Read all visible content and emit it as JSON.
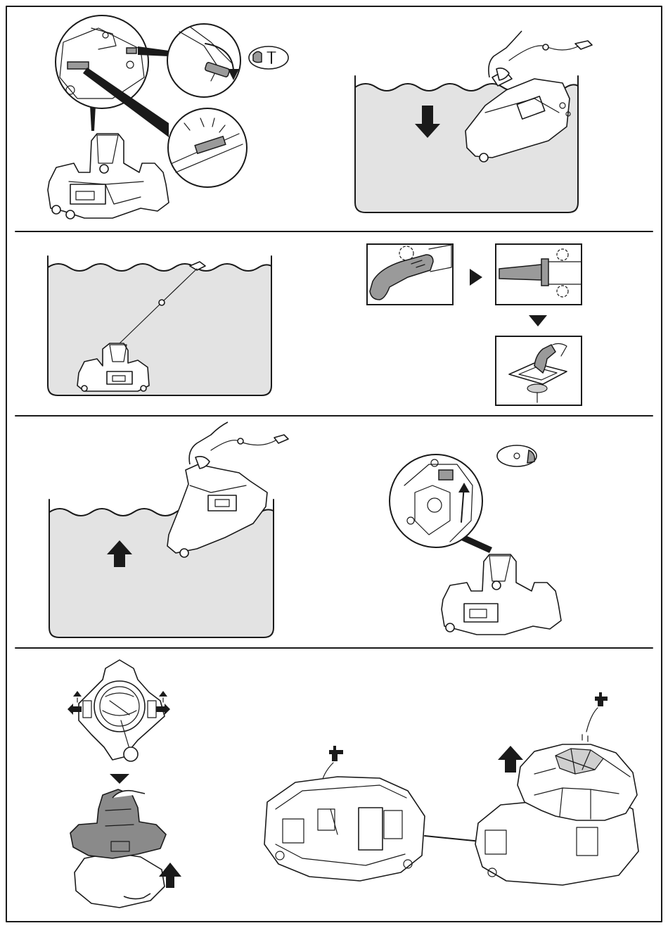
{
  "page": {
    "type": "instruction-illustration-sheet",
    "rows": [
      {
        "row": 1,
        "steps": [
          {
            "name": "power-on-robot",
            "icons": [
              "robot-icon",
              "power-switch-icon",
              "status-led-icon",
              "magnifier-callout-icon"
            ]
          },
          {
            "name": "lower-robot-into-pool",
            "icons": [
              "robot-icon",
              "hand-icon",
              "down-arrow-icon",
              "float-cable-icon"
            ]
          }
        ]
      },
      {
        "row": 2,
        "steps": [
          {
            "name": "robot-cleaning-at-pool-floor",
            "icons": [
              "robot-icon",
              "float-cable-icon"
            ]
          },
          {
            "name": "use-hook-to-retrieve",
            "icons": [
              "hook-pole-icon",
              "right-arrow-icon",
              "down-arrow-icon",
              "float-icon"
            ]
          }
        ]
      },
      {
        "row": 3,
        "steps": [
          {
            "name": "lift-robot-out-of-pool",
            "icons": [
              "robot-icon",
              "hand-icon",
              "up-arrow-icon"
            ]
          },
          {
            "name": "power-off-robot",
            "icons": [
              "robot-icon",
              "power-switch-icon",
              "magnifier-callout-icon"
            ]
          }
        ]
      },
      {
        "row": 4,
        "steps": [
          {
            "name": "unlock-and-remove-top-cover",
            "icons": [
              "robot-top-view-icon",
              "latch-arrow-icon",
              "down-arrow-icon",
              "up-arrow-icon",
              "hand-icon"
            ]
          },
          {
            "name": "rinse-filter-basket",
            "icons": [
              "water-tap-icon",
              "filter-basket-icon"
            ]
          },
          {
            "name": "rinse-filter-and-lift-cover",
            "icons": [
              "water-tap-icon",
              "filter-cover-icon",
              "up-arrow-icon"
            ]
          }
        ]
      }
    ]
  }
}
